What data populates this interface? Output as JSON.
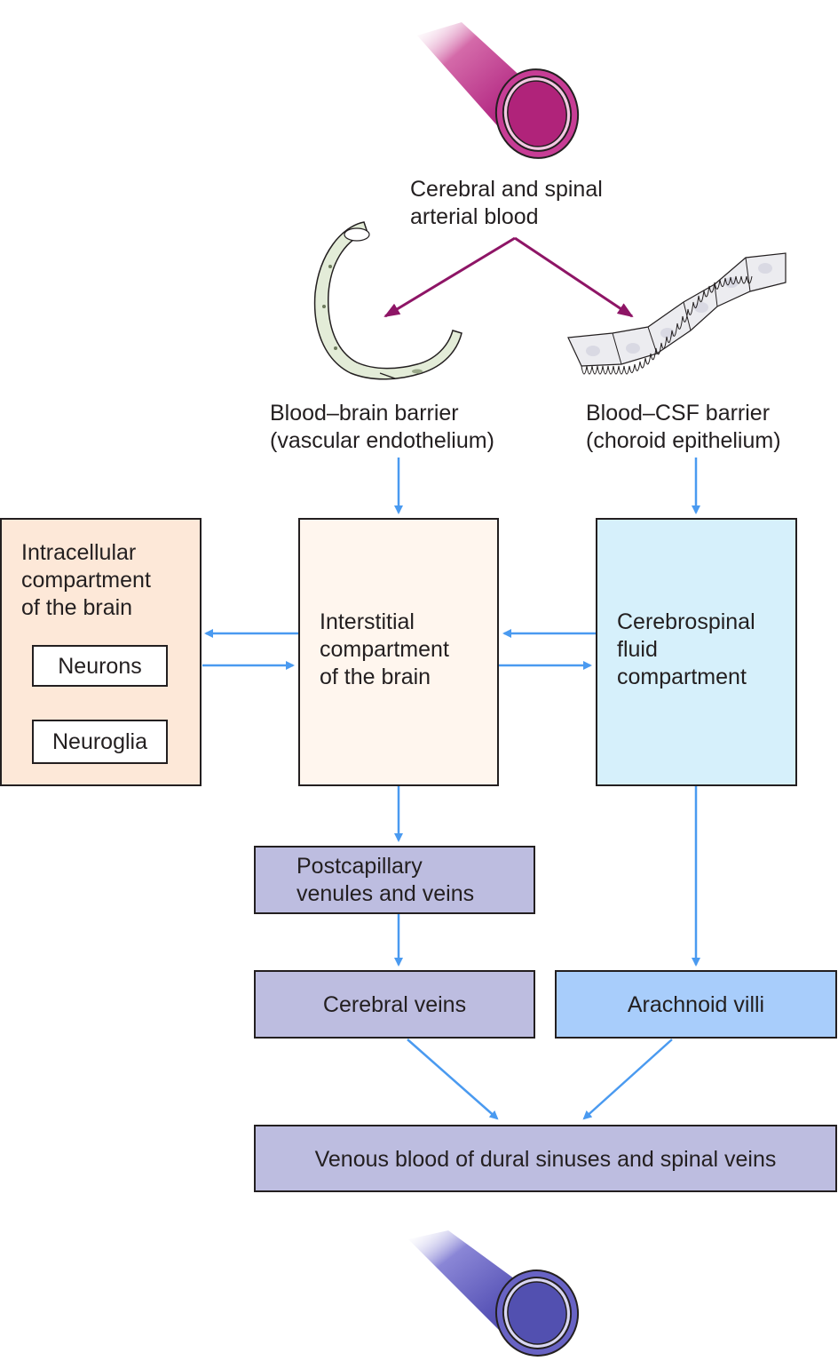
{
  "colors": {
    "artery": "#9b1a6e",
    "vein": "#4a47a3",
    "arrow_blue": "#4a9af0",
    "arrow_purple": "#8e1566",
    "intracellular_fill": "#fde8d8",
    "interstitial_fill": "#fff6ee",
    "csf_fill": "#d6f0fb",
    "venous_fill": "#bdbde0",
    "arachnoid_fill": "#a8cdfb"
  },
  "top": {
    "arterial_label": "Cerebral and spinal\narterial blood",
    "bbb_label": "Blood–brain barrier\n(vascular endothelium)",
    "bcsf_label": "Blood–CSF barrier\n(choroid epithelium)"
  },
  "compartments": {
    "intracellular": "Intracellular\ncompartment\nof the brain",
    "neurons": "Neurons",
    "neuroglia": "Neuroglia",
    "interstitial": "Interstitial\ncompartment\nof the brain",
    "csf": "Cerebrospinal\nfluid\ncompartment"
  },
  "drainage": {
    "postcapillary": "Postcapillary\nvenules and veins",
    "cerebral_veins": "Cerebral veins",
    "arachnoid_villi": "Arachnoid villi",
    "venous_blood": "Venous blood of dural sinuses and spinal veins"
  },
  "icons": [
    "artery-tube-icon",
    "capillary-endothelium-icon",
    "choroid-epithelium-icon",
    "vein-tube-icon"
  ]
}
